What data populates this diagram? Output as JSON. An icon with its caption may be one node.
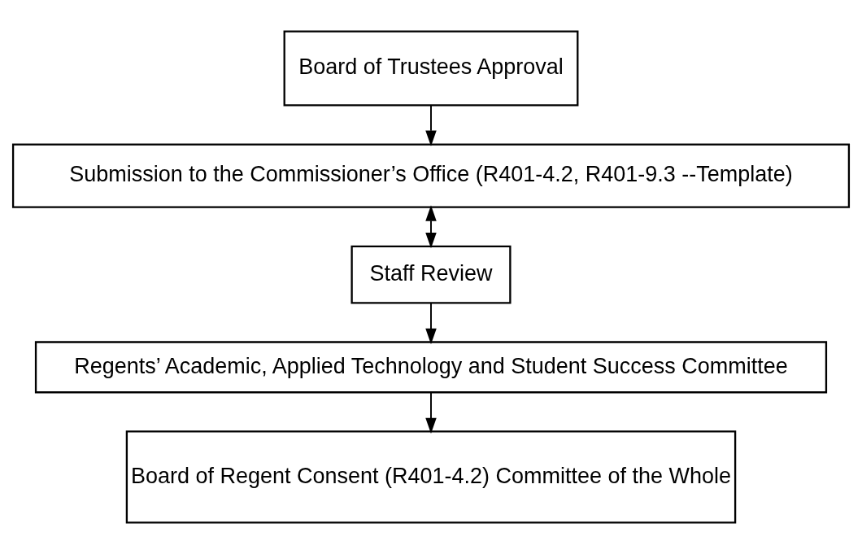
{
  "diagram": {
    "nodes": [
      {
        "text": [
          "Board of Trustees Approval"
        ]
      },
      {
        "text": [
          "Submission to the Commissioner’s Office (R401-4.2, R401-9.3 --Template)"
        ]
      },
      {
        "text": [
          "Staff Review"
        ]
      },
      {
        "text": [
          "Regents’ Academic, Applied Technology and Student Success Committee"
        ]
      },
      {
        "text": [
          "Board of Regent Consent (R401-4.2) Committee of the Whole"
        ]
      }
    ],
    "edges": [
      {
        "from": 0,
        "to": 1,
        "arrow": "to"
      },
      {
        "from": 1,
        "to": 2,
        "arrow": "both"
      },
      {
        "from": 2,
        "to": 3,
        "arrow": "to"
      },
      {
        "from": 3,
        "to": 4,
        "arrow": "to"
      }
    ]
  }
}
